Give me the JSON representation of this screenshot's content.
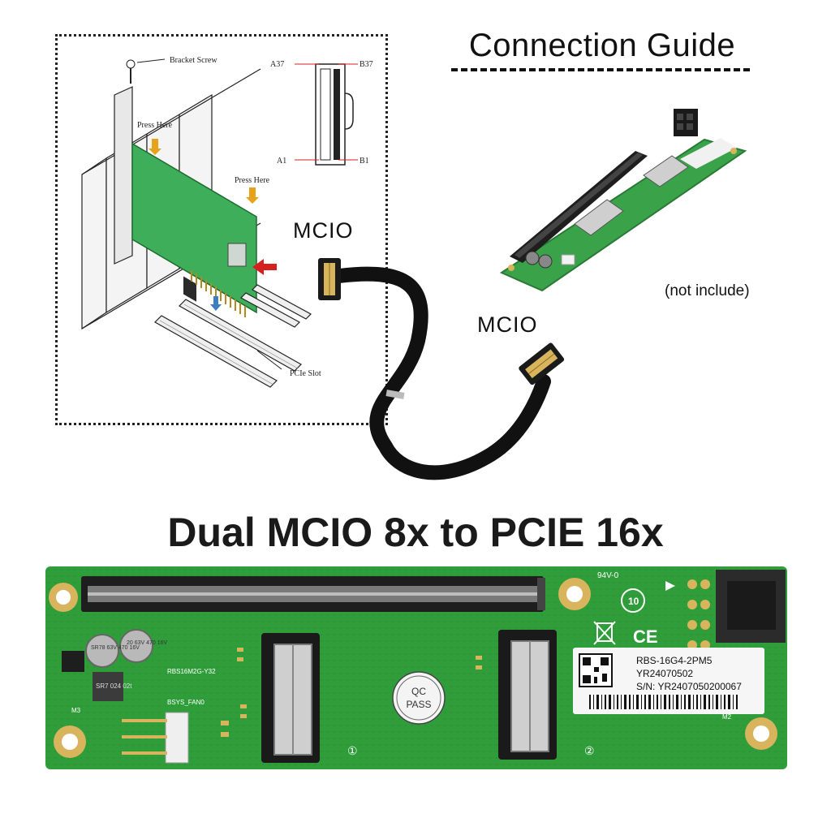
{
  "guide": {
    "title": "Connection Guide",
    "not_include": "(not include)"
  },
  "cable": {
    "label_top": "MCIO",
    "label_bottom": "MCIO"
  },
  "diagram": {
    "bracket_screw": "Bracket Screw",
    "press_here_1": "Press Here",
    "press_here_2": "Press Here",
    "pcie_slot": "PCIe Slot",
    "pin_a37": "A37",
    "pin_b37": "B37",
    "pin_a1": "A1",
    "pin_b1": "B1"
  },
  "product": {
    "title": "Dual MCIO 8x to PCIE 16x"
  },
  "board": {
    "sticker_model": "RBS-16G4-2PM5",
    "sticker_batch": "YR24070502",
    "sticker_sn": "S/N: YR2407050200067",
    "qc_line1": "QC",
    "qc_line2": "PASS",
    "silk_rev": "94V-0",
    "connector_1": "①",
    "connector_2": "②",
    "silk_fan": "BSYS_FAN0",
    "silk_model": "RBS16M2G-Y32",
    "cap_1": "SR78 63V 470 16V",
    "cap_2": "20 63V 470 16V",
    "inductor": "SR7 024 02t",
    "recycle": "10",
    "ce": "CE",
    "silk_m3_1": "M3",
    "silk_m3_2": "M2"
  },
  "colors": {
    "pcb_green": "#2f9e3a",
    "pcb_dark": "#1f7a2a",
    "gold": "#d8b45c",
    "slot_black": "#1e1e1e"
  }
}
